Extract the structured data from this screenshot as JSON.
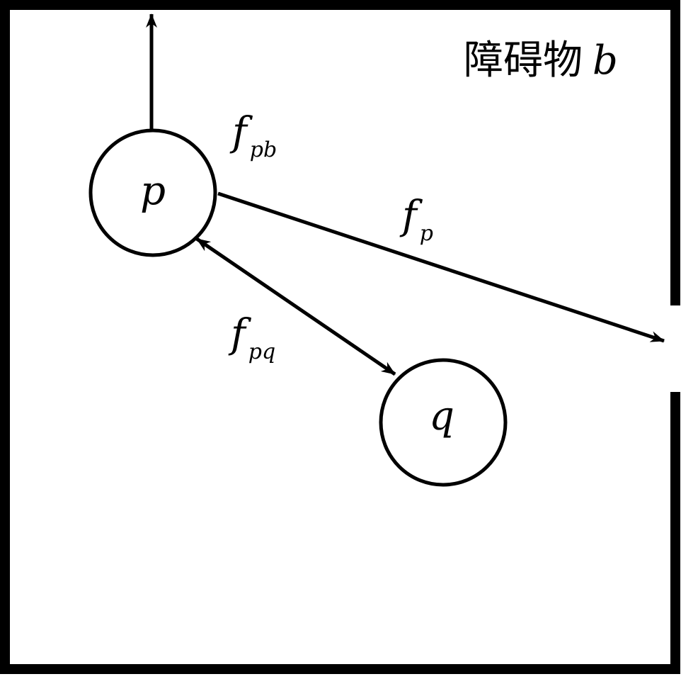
{
  "diagram": {
    "obstacle_label": "障碍物",
    "obstacle_symbol": "b",
    "nodes": {
      "p": {
        "label": "p"
      },
      "q": {
        "label": "q"
      }
    },
    "forces": {
      "f_pb": {
        "base": "f",
        "sub": "pb"
      },
      "f_p": {
        "base": "f",
        "sub": "p"
      },
      "f_pq": {
        "base": "f",
        "sub": "pq"
      }
    },
    "colors": {
      "stroke": "#000000",
      "background": "#ffffff"
    }
  }
}
